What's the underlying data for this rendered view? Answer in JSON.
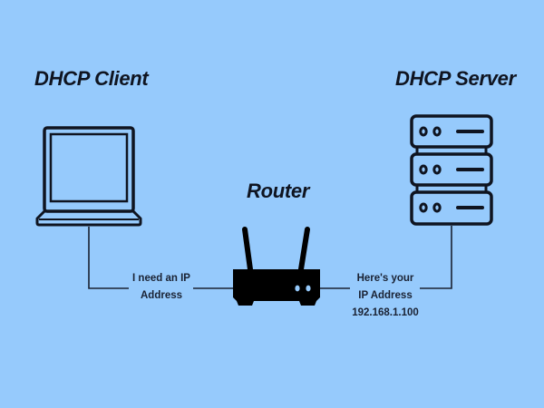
{
  "diagram": {
    "nodes": {
      "client": {
        "label": "DHCP Client",
        "icon": "laptop-icon"
      },
      "router": {
        "label": "Router",
        "icon": "router-icon"
      },
      "server": {
        "label": "DHCP Server",
        "icon": "server-icon"
      }
    },
    "messages": {
      "request": {
        "line1": "I need an IP",
        "line2": "Address"
      },
      "response": {
        "line1": "Here's your",
        "line2": "IP Address",
        "line3": "192.168.1.100"
      }
    },
    "colors": {
      "background": "#96cafc",
      "ink": "#0f1420"
    }
  }
}
